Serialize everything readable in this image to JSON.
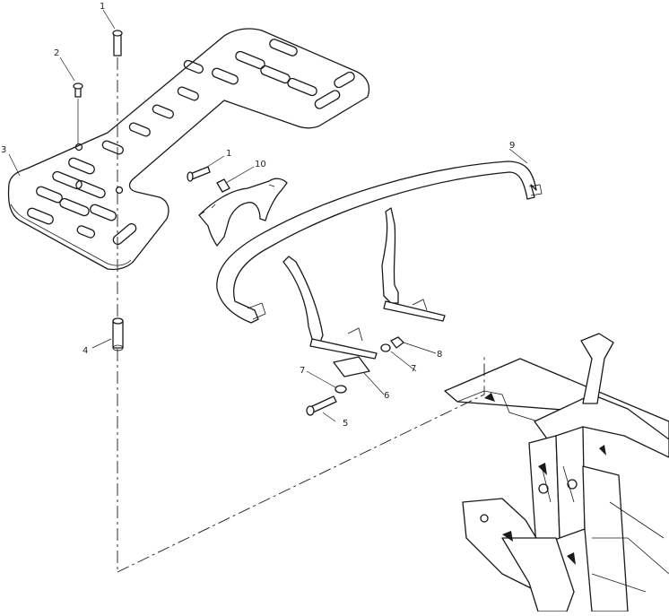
{
  "callouts": {
    "c1a": "1",
    "c2": "2",
    "c3": "3",
    "c4": "4",
    "c1b": "1",
    "c10": "10",
    "c9": "9",
    "c8": "8",
    "c7a": "7",
    "c7b": "7",
    "c6": "6",
    "c5": "5"
  },
  "colors": {
    "line": "#1a1a1a",
    "background": "#ffffff"
  }
}
